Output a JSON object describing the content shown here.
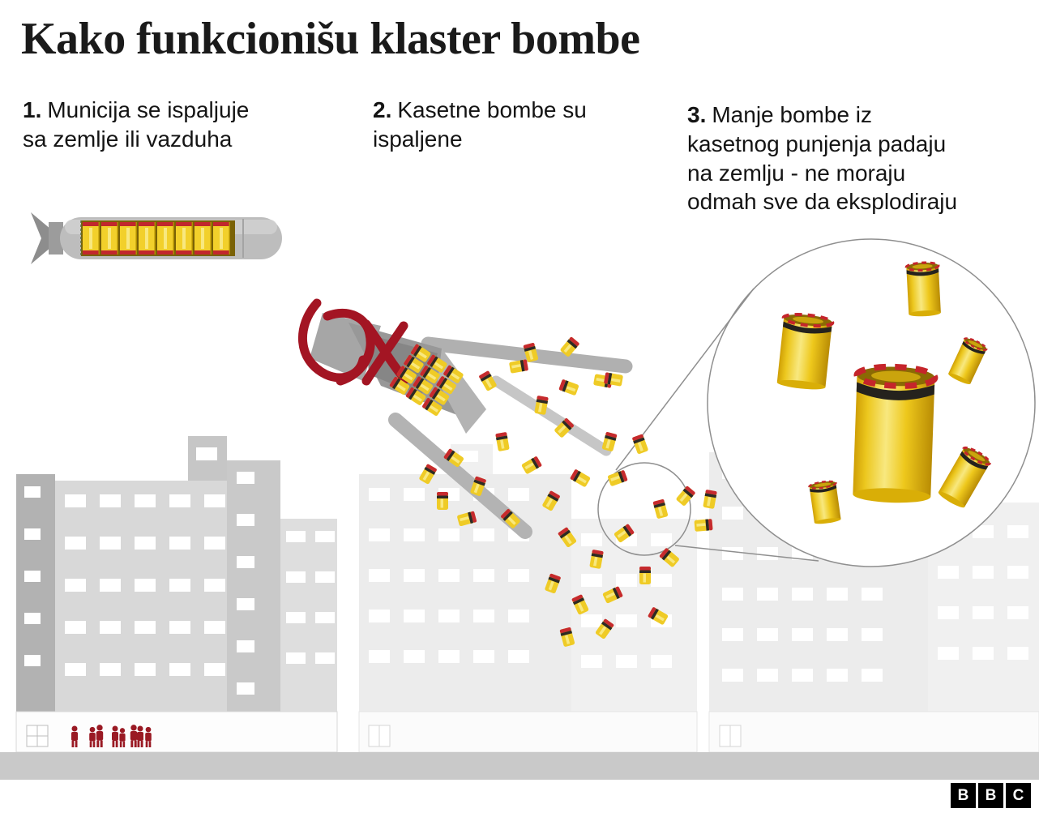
{
  "title": "Kako funkcionišu klaster bombe",
  "steps": [
    {
      "number": "1.",
      "lines": [
        "Municija se ispaljuje",
        "sa zemlje ili vazduha"
      ]
    },
    {
      "number": "2.",
      "lines": [
        "Kasetne bombe su",
        "ispaljene"
      ]
    },
    {
      "number": "3.",
      "lines": [
        "Manje bombe iz",
        "kasetnog punjenja padaju",
        "na zemlju - ne moraju",
        "odmah sve da eksplodiraju"
      ]
    }
  ],
  "logo": {
    "letters": [
      "B",
      "B",
      "C"
    ]
  },
  "colors": {
    "background": "#ffffff",
    "text": "#141414",
    "bomblet_yellow": "#f2d02b",
    "bomblet_highlight": "#f8e87f",
    "band_black": "#2d2a25",
    "band_red": "#c1272d",
    "ribbon_red": "#a31523",
    "casing_gray": "#9a9a9a",
    "building_gray": "#d8d8d8",
    "building_faded": "#ececec",
    "ground_gray": "#c9c9c9",
    "people_red": "#9a1a24",
    "circle_stroke": "#8f8f8f"
  }
}
